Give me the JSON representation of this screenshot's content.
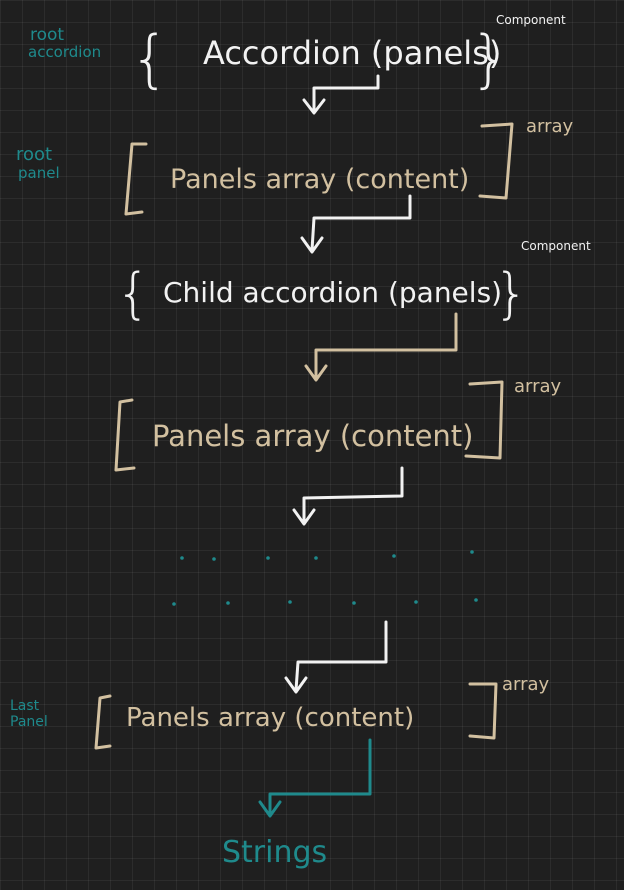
{
  "colors": {
    "background": "#1f1f1f",
    "component": "#f2f2f2",
    "array": "#d2c0a0",
    "side_label": "#1f8a8c"
  },
  "side_labels": {
    "root_accordion_line1": "root",
    "root_accordion_line2": "accordion",
    "root_panel_line1": "root",
    "root_panel_line2": "panel",
    "last_panel_line1": "Last",
    "last_panel_line2": "Panel"
  },
  "nodes": {
    "root_accordion": {
      "label": "Accordion (panels)",
      "tag": "Component"
    },
    "panels_array_1": {
      "label": "Panels array (content)",
      "tag": "array"
    },
    "child_accordion": {
      "label": "Child accordion (panels)",
      "tag": "Component"
    },
    "panels_array_2": {
      "label": "Panels array (content)",
      "tag": "array"
    },
    "panels_array_last": {
      "label": "Panels array (content)",
      "tag": "array"
    },
    "strings": {
      "label": "Strings"
    }
  },
  "ellipsis": {
    "brace_open": "{",
    "brace_close": "}",
    "bracket_open": "[",
    "bracket_close": "]"
  }
}
